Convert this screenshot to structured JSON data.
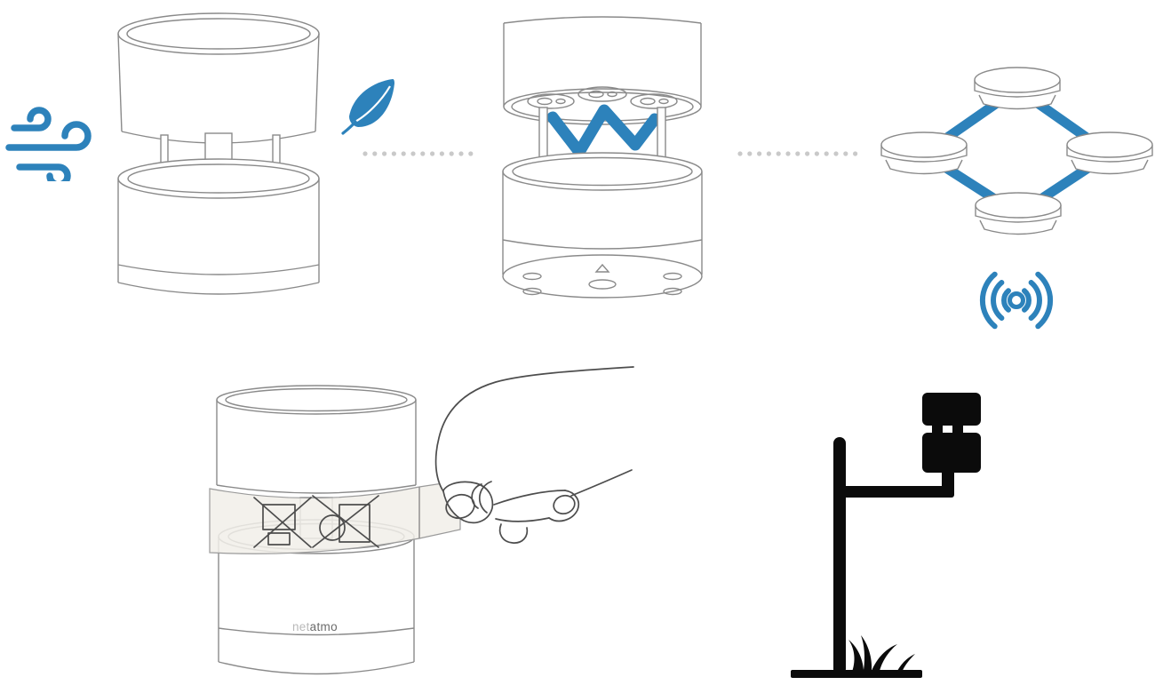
{
  "page": {
    "background": "#ffffff"
  },
  "colors": {
    "page_bg": "#ffffff",
    "accent": "#2d82bb",
    "line": "#8a8a8a",
    "hand_line": "#4d4d4d",
    "dot": "#c9c9c9",
    "pictogram": "#0b0b0b",
    "strip_fill": "#f1efe9",
    "brand_light": "#b9b9b9",
    "brand_dark": "#6b6b6b"
  },
  "brand": {
    "prefix": "net",
    "suffix": "atmo"
  },
  "icons": [
    "wind-icon",
    "leaf-icon",
    "ultrasound-zigzag-icon",
    "wireless-signal-icon",
    "network-link-lines",
    "pole-mount-pictogram",
    "grass-icon",
    "dotted-separator"
  ],
  "illustrations": [
    {
      "name": "wind-gauge-exploded"
    },
    {
      "name": "wind-gauge-ultrasonic-path"
    },
    {
      "name": "transducer-network"
    },
    {
      "name": "remove-protective-strip"
    },
    {
      "name": "pole-mounted-install"
    }
  ]
}
